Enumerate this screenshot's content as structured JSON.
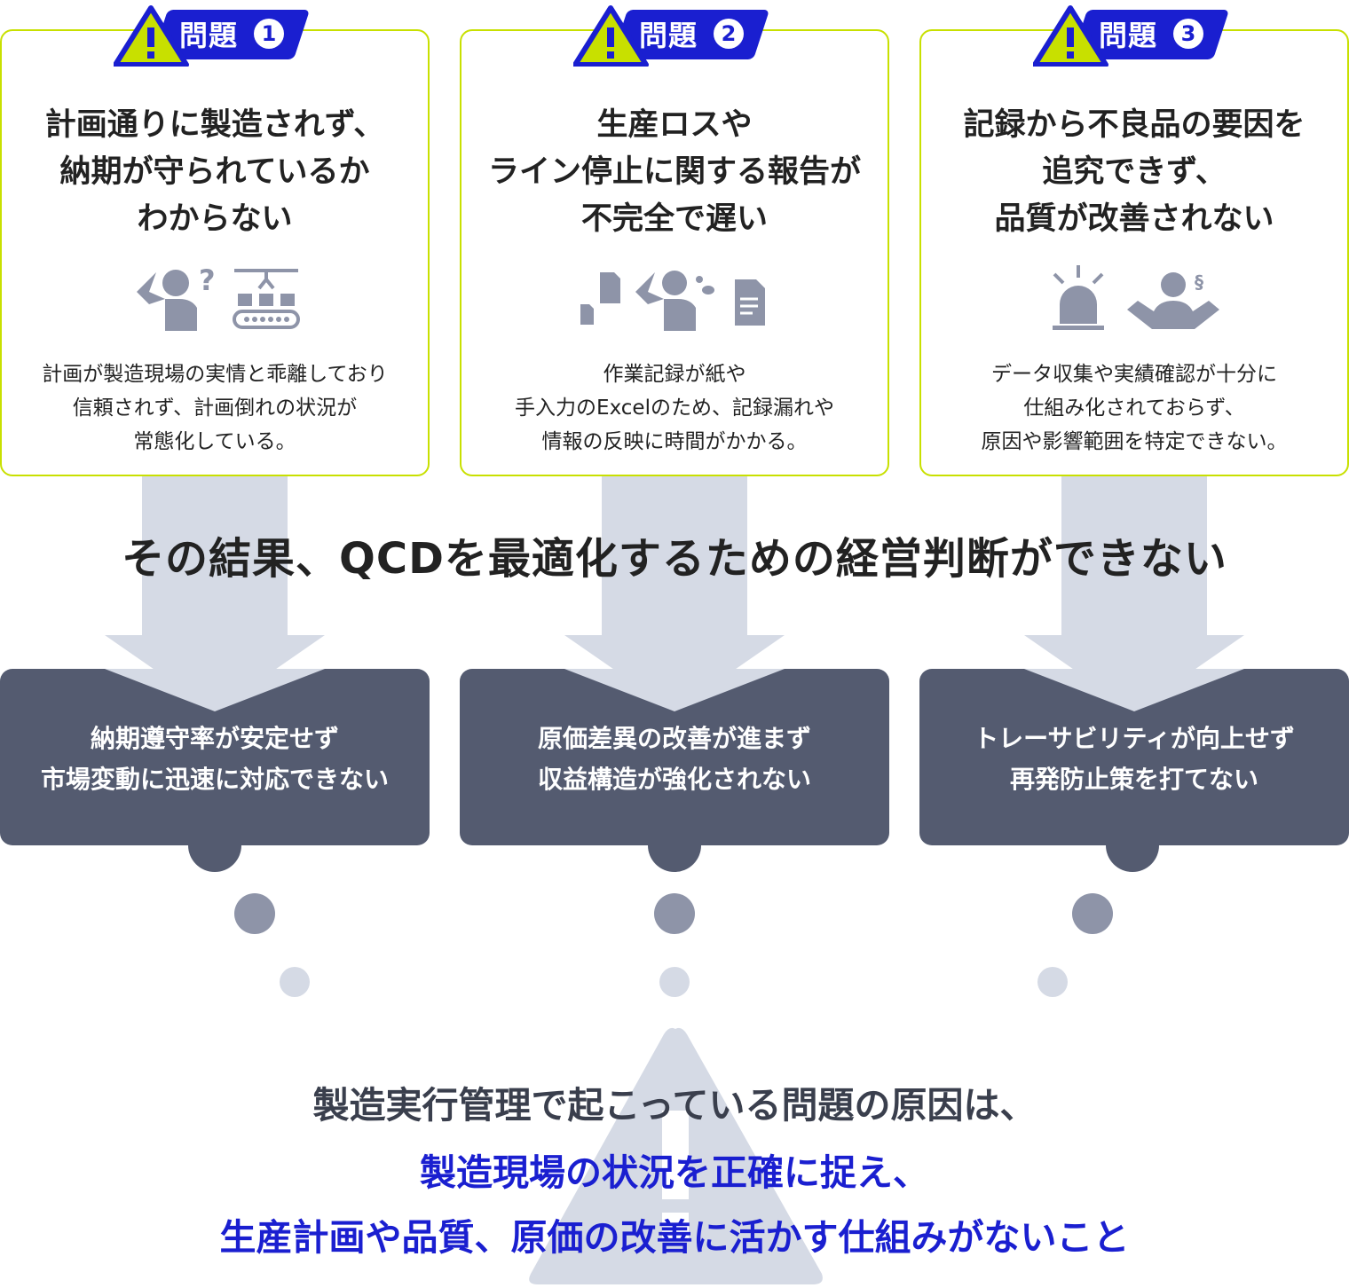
{
  "problems": [
    {
      "badge": "問題",
      "number": "1",
      "title": "計画通りに製造されず、\n納期が守られているか\nわからない",
      "description": "計画が製造現場の実情と乖離しており\n信頼されず、計画倒れの状況が\n常態化している。",
      "result": "納期遵守率が安定せず\n市場変動に迅速に対応できない"
    },
    {
      "badge": "問題",
      "number": "2",
      "title": "生産ロスや\nライン停止に関する報告が\n不完全で遅い",
      "description": "作業記録が紙や\n手入力のExcelのため、記録漏れや\n情報の反映に時間がかかる。",
      "result": "原価差異の改善が進まず\n収益構造が強化されない"
    },
    {
      "badge": "問題",
      "number": "3",
      "title": "記録から不良品の要因を\n追究できず、\n品質が改善されない",
      "description": "データ収集や実績確認が十分に\n仕組み化されておらず、\n原因や影響範囲を特定できない。",
      "result": "トレーサビリティが向上せず\n再発防止策を打てない"
    }
  ],
  "headline": "その結果、QCDを最適化するための経営判断ができない",
  "conclusion": {
    "line1": "製造実行管理で起こっている問題の原因は、",
    "line2": "製造現場の状況を正確に捉え、",
    "line3": "生産計画や品質、原価の改善に活かす仕組みがないこと"
  },
  "colors": {
    "accent_blue": "#1a1fd0",
    "lime": "#c8e000",
    "dark": "#545b70",
    "icon_gray": "#8e94a8",
    "light": "#d5dae5"
  }
}
